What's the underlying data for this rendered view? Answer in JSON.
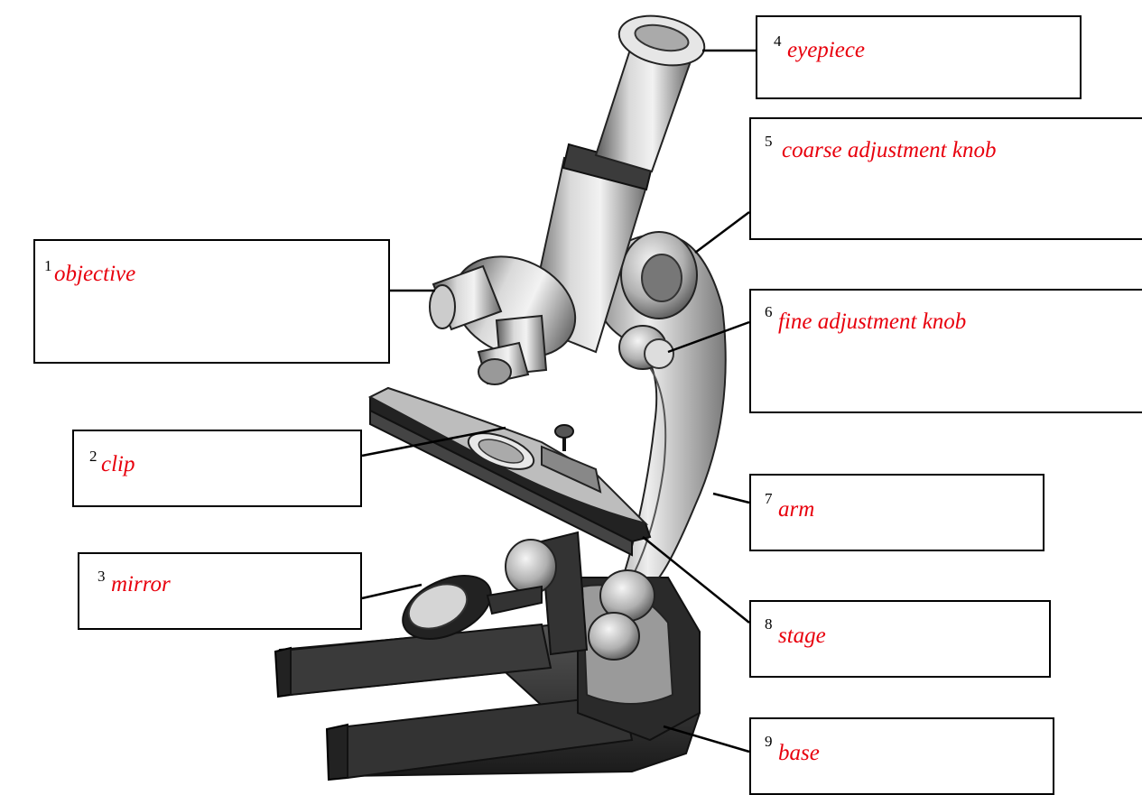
{
  "diagram": {
    "labels": [
      {
        "number": "1",
        "term": "objective"
      },
      {
        "number": "2",
        "term": "clip"
      },
      {
        "number": "3",
        "term": "mirror"
      },
      {
        "number": "4",
        "term": "eyepiece"
      },
      {
        "number": "5",
        "term": "coarse adjustment knob"
      },
      {
        "number": "6",
        "term": "fine adjustment knob"
      },
      {
        "number": "7",
        "term": "arm"
      },
      {
        "number": "8",
        "term": "stage"
      },
      {
        "number": "9",
        "term": "base"
      }
    ],
    "colors": {
      "label_text": "#e8000d",
      "number_text": "#000000",
      "box_border": "#000000",
      "leader_line": "#000000"
    },
    "illustration": "microscope"
  }
}
